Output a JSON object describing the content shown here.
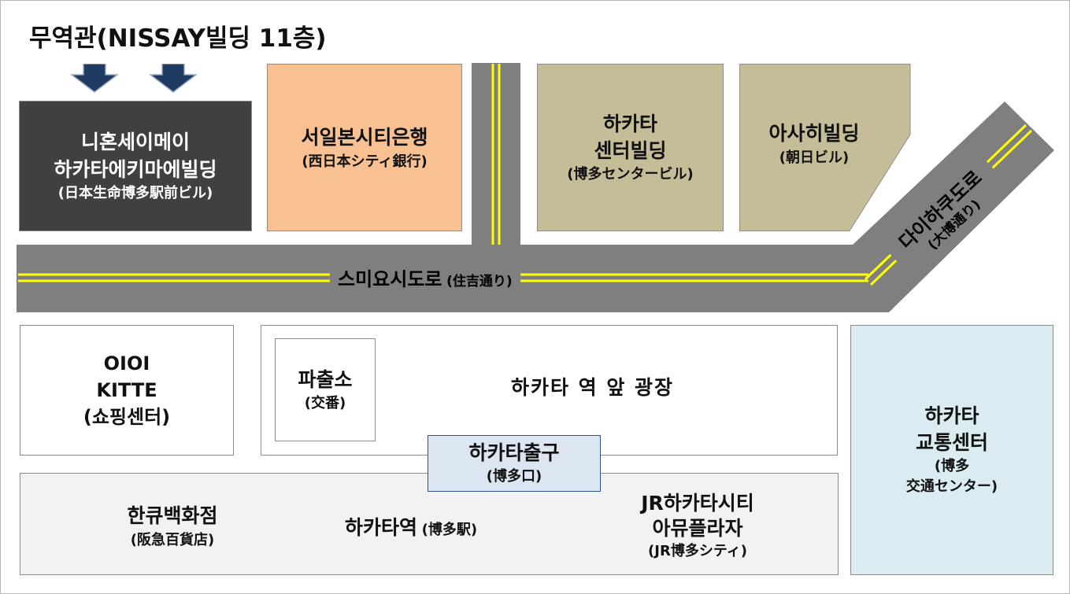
{
  "title": "무역관(NISSAY빌딩 11층)",
  "colors": {
    "road": "#7f7f7f",
    "lane": "#ffff00",
    "nissay": "#404040",
    "bank": "#f9c091",
    "tan": "#c5bd98",
    "kotsu": "#daecf2",
    "hakata_exit": "#dce6f2",
    "station": "#f2f2f2",
    "arrow": "#1f3b63"
  },
  "icons": [
    "arrow-down-icon",
    "arrow-down-icon"
  ],
  "buildings": {
    "nissay": {
      "name": "니혼세이메이",
      "name2": "하카타에키마에빌딩",
      "sub": "(日本生命博多駅前ビル)"
    },
    "bank": {
      "name": "서일본시티은행",
      "sub": "(西日本シティ銀行)"
    },
    "hakata_center": {
      "name": "하카타",
      "name2": "센터빌딩",
      "sub": "(博多センタービル)"
    },
    "asahi": {
      "name": "아사히빌딩",
      "sub": "(朝日ビル)"
    },
    "oioi": {
      "name": "OIOI",
      "name2": "KITTE",
      "name3": "(쇼핑센터)"
    },
    "koban": {
      "name": "파출소",
      "sub": "(交番)"
    },
    "plaza": {
      "name": "하카타 역 앞 광장"
    },
    "hakata_exit": {
      "name": "하카타출구",
      "sub": "(博多口)"
    },
    "hankyu": {
      "name": "한큐백화점",
      "sub": "(阪急百貨店)"
    },
    "station": {
      "name": "하카타역",
      "sub": "(博多駅)"
    },
    "jr_city": {
      "name": "JR하카타시티",
      "name2": "아뮤플라자",
      "sub": "(JR博多シティ)"
    },
    "kotsu": {
      "name": "하카타",
      "name2": "교통센터",
      "sub": "(博多",
      "sub2": "交通センター)"
    }
  },
  "roads": {
    "sumiyoshi": {
      "name": "스미요시도로",
      "sub": "(住吉通り)"
    },
    "daihaku": {
      "name": "다이하쿠도로",
      "sub": "(大博通り)"
    }
  }
}
